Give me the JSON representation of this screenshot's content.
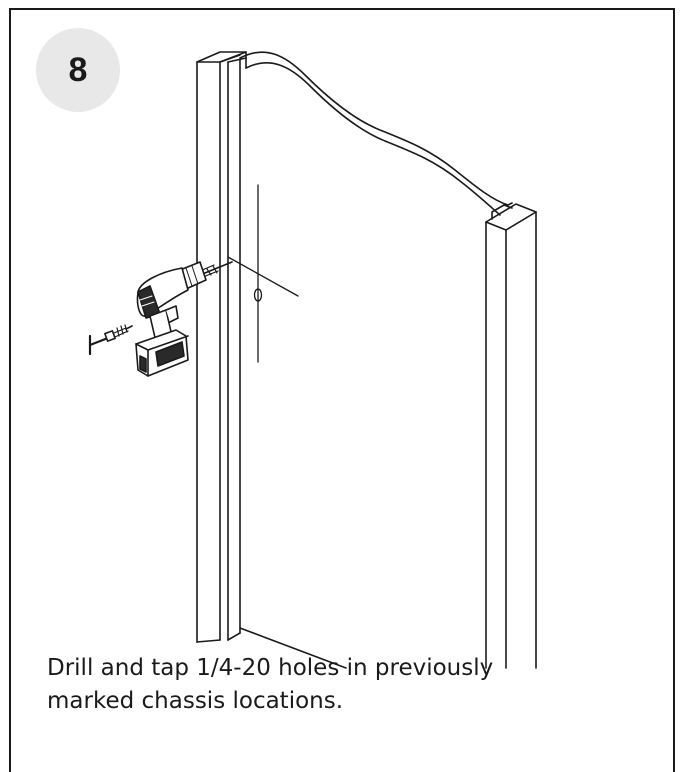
{
  "step": {
    "number": "8"
  },
  "caption": {
    "line1": "Drill and tap 1/4-20 holes in previously",
    "line2": "marked chassis locations."
  }
}
